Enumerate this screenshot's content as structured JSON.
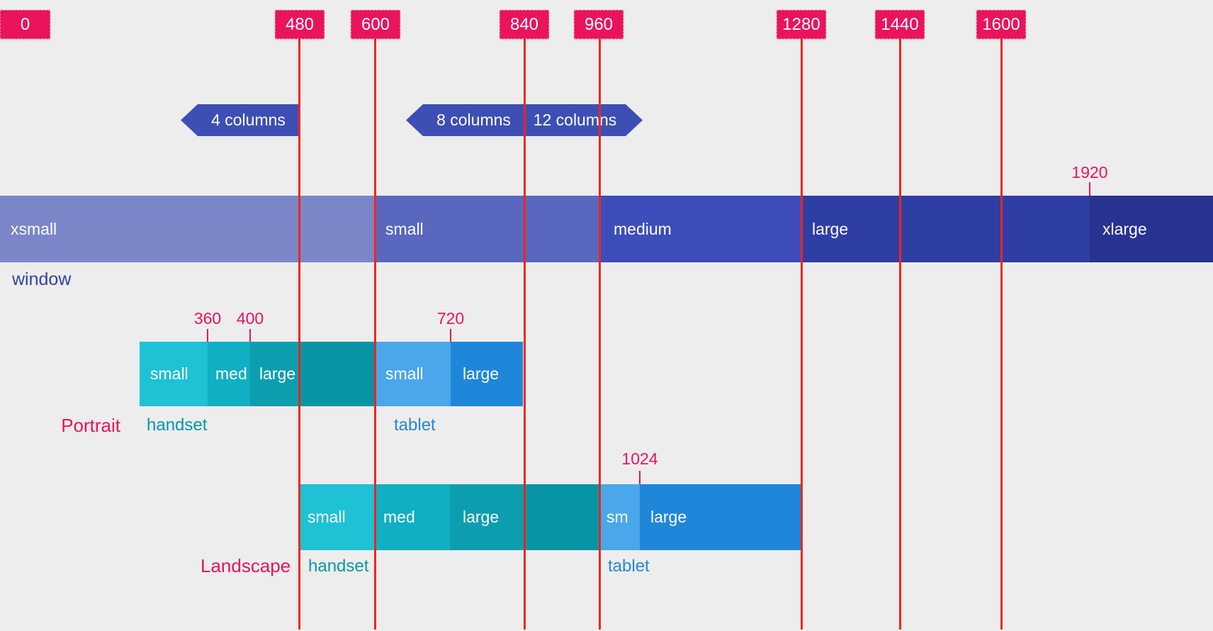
{
  "colors": {
    "pink": "#E9145C",
    "red": "#F3261A",
    "indigo": "#3D4FB4",
    "windowtext": "#3342A8",
    "tealtext": "#0797A8",
    "bluetext": "#2589D8",
    "window_xsmall": "#7B86C8",
    "window_small": "#5A67BE",
    "window_medium": "#3D4DB9",
    "window_large": "#2F3EA5",
    "window_xlarge": "#283391",
    "handset_small": "#1FC1D5",
    "handset_med": "#10AFC3",
    "handset_large": "#0C9EAF",
    "handset_end": "#0794A5",
    "tablet_small": "#49A7EA",
    "tablet_large": "#1E87D9"
  },
  "breakpoints": [
    "0",
    "480",
    "600",
    "840",
    "960",
    "1280",
    "1440",
    "1600"
  ],
  "badges": {
    "four": "4 columns",
    "eight": "8 columns",
    "twelve": "12 columns"
  },
  "window": {
    "label": "window",
    "max_tick": "1920",
    "segments": [
      "xsmall",
      "small",
      "medium",
      "large",
      "xlarge"
    ]
  },
  "portrait": {
    "label": "Portrait",
    "handset_label": "handset",
    "tablet_label": "tablet",
    "ticks": [
      "360",
      "400",
      "720"
    ],
    "handset_segments": [
      "small",
      "med",
      "large"
    ],
    "tablet_segments": [
      "small",
      "large"
    ]
  },
  "landscape": {
    "label": "Landscape",
    "handset_label": "handset",
    "tablet_label": "tablet",
    "ticks": [
      "1024"
    ],
    "handset_segments": [
      "small",
      "med",
      "large"
    ],
    "tablet_segments": [
      "sm",
      "large"
    ]
  }
}
